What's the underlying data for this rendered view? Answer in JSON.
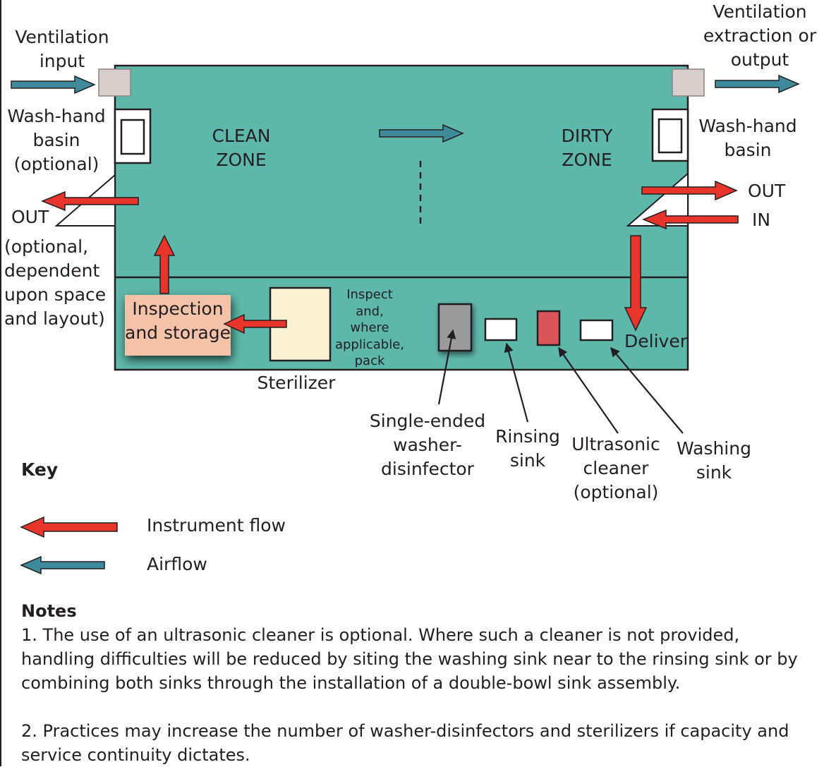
{
  "labels": {
    "vent_input": "Ventilation\ninput",
    "vent_output": "Ventilation\nextraction or\noutput",
    "wash_basin_left": "Wash-hand\nbasin\n(optional)",
    "wash_basin_right": "Wash-hand\nbasin",
    "clean_zone": "CLEAN\nZONE",
    "dirty_zone": "DIRTY\nZONE",
    "out_left": "OUT",
    "out_left_note": "(optional,\ndependent\nupon space\nand layout)",
    "out_right": "OUT",
    "in_right": "IN",
    "inspection_storage": "Inspection\nand storage",
    "sterilizer": "Sterilizer",
    "inspect_pack": "Inspect\nand,\nwhere\napplicable,\npack",
    "deliver": "Deliver",
    "washer_disinfector": "Single-ended\nwasher-\ndisinfector",
    "rinsing_sink": "Rinsing\nsink",
    "ultrasonic_cleaner": "Ultrasonic\ncleaner\n(optional)",
    "washing_sink": "Washing\nsink"
  },
  "key": {
    "title": "Key",
    "instrument_flow": "Instrument flow",
    "airflow": "Airflow"
  },
  "notes": {
    "title": "Notes",
    "note1": "1. The use of an ultrasonic cleaner is optional. Where such a cleaner is not provided, handling difficulties will be reduced by siting the washing sink near to the rinsing sink or by combining both sinks through the installation of a double-bowl sink assembly.",
    "note2": "2. Practices may increase the number of washer-disinfectors and sterilizers if capacity and service continuity dictates."
  },
  "colors": {
    "room": "#5eb8aa",
    "instrument_flow": "#e8352b",
    "airflow": "#3e8a9c",
    "inspection_storage": "#f4c1a9",
    "sterilizer": "#fbf2d4",
    "washer_disinfector": "#9b9b9b",
    "ultrasonic_cleaner": "#d9555a"
  }
}
